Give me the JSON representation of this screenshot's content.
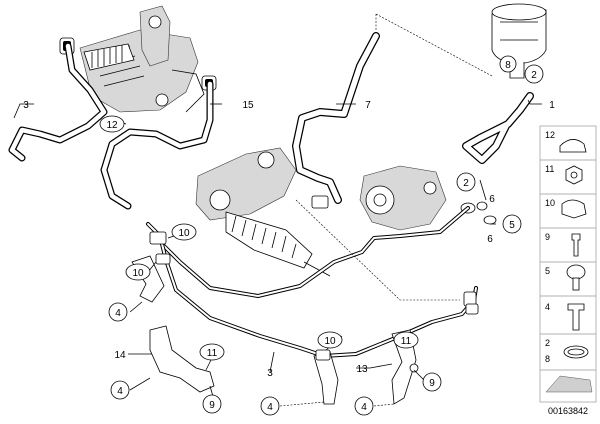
{
  "callouts": {
    "c1": "1",
    "c2_top": "2",
    "c2_mid": "2",
    "c3_left": "3",
    "c3_bottom": "3",
    "c4_a": "4",
    "c4_b": "4",
    "c4_c": "4",
    "c4_d": "4",
    "c6_a": "6",
    "c6_b": "6",
    "c7": "7",
    "c8": "8",
    "c9_a": "9",
    "c9_b": "9",
    "c10_a": "10",
    "c10_b": "10",
    "c10_c": "10",
    "c11_a": "11",
    "c11_b": "11",
    "c12": "12",
    "c13": "13",
    "c14": "14",
    "c15": "15",
    "c5": "5"
  },
  "legend": {
    "items": [
      "12",
      "11",
      "10",
      "9",
      "5",
      "4",
      "2",
      "8"
    ]
  },
  "diagram_code": "00163842"
}
